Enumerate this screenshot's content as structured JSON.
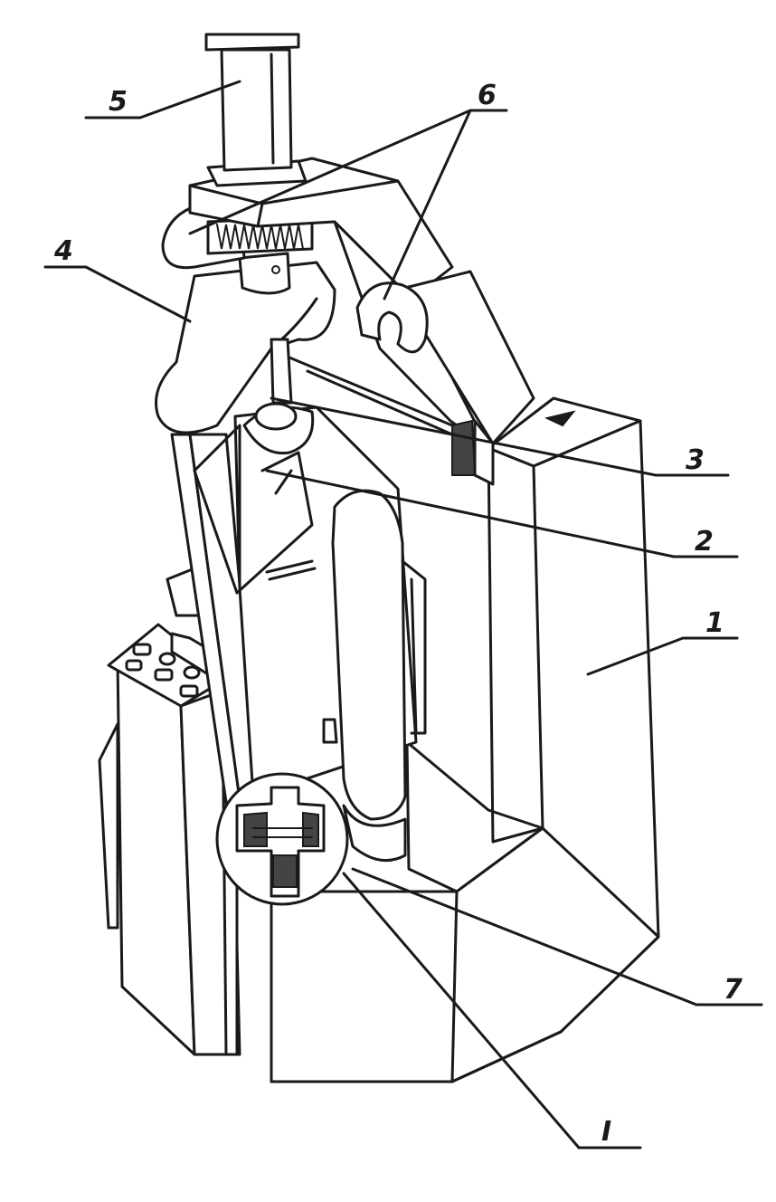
{
  "labels": {
    "l1": "1",
    "l2": "2",
    "l3": "3",
    "l4": "4",
    "l5": "5",
    "l6": "6",
    "l7": "7",
    "lI": "I"
  }
}
